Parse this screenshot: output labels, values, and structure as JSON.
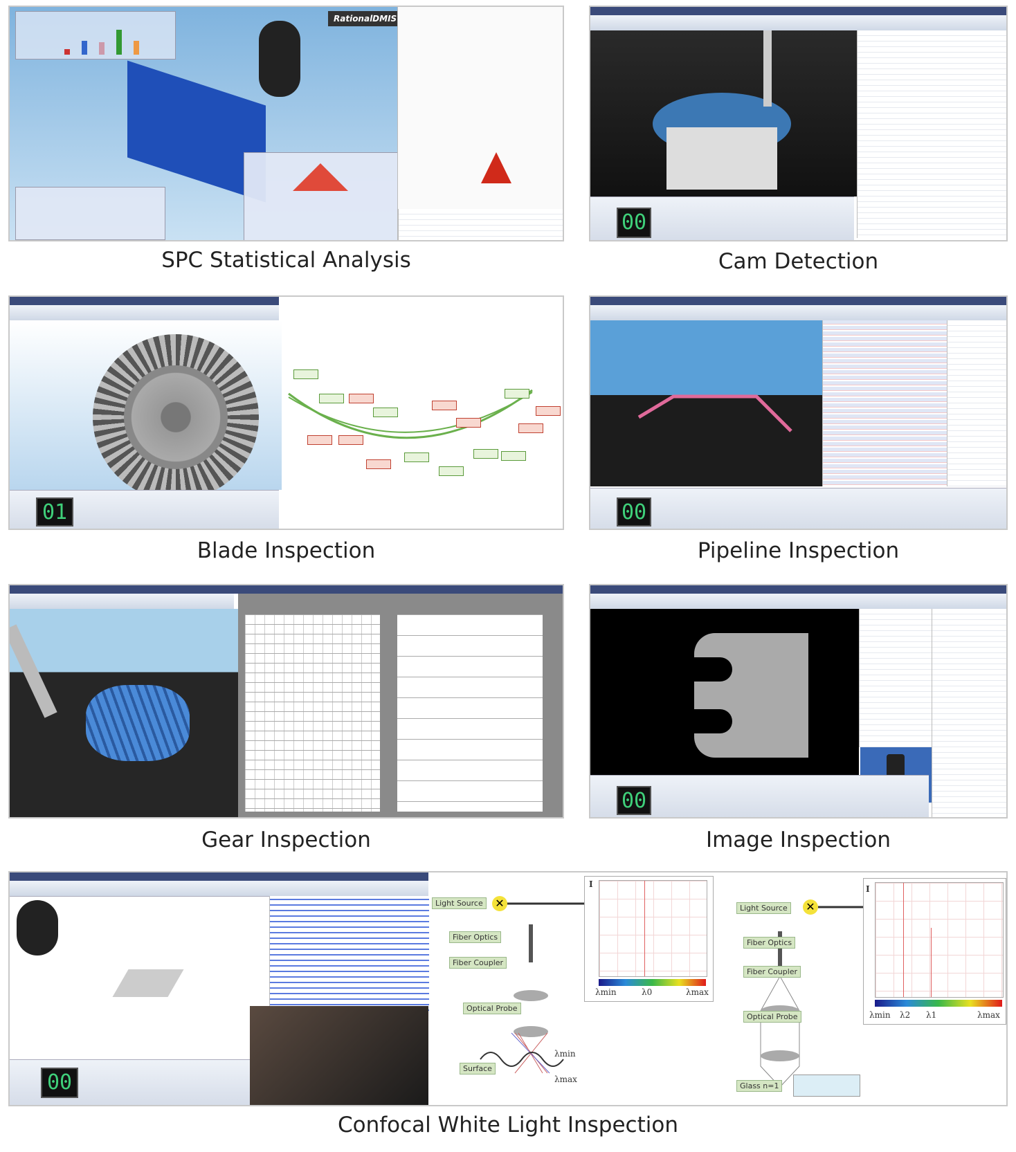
{
  "panels": [
    {
      "caption": "SPC Statistical Analysis",
      "logo": "RationalDMIS"
    },
    {
      "caption": "Cam Detection",
      "counter": "00"
    },
    {
      "caption": "Blade Inspection",
      "counter": "01"
    },
    {
      "caption": "Pipeline Inspection",
      "counter": "00"
    },
    {
      "caption": "Gear Inspection"
    },
    {
      "caption": "Image Inspection",
      "counter": "00"
    },
    {
      "caption": "Confocal White Light Inspection",
      "counter": "00"
    }
  ],
  "confocal": {
    "left": {
      "light_source": "Light Source",
      "fiber_optics": "Fiber Optics",
      "fiber_coupler": "Fiber Coupler",
      "optical_probe": "Optical Probe",
      "surface": "Surface",
      "intensity": "I",
      "lmin": "λmin",
      "l0": "λ0",
      "lmax": "λmax",
      "lmin2": "λmin",
      "lmax2": "λmax"
    },
    "right": {
      "light_source": "Light Source",
      "fiber_optics": "Fiber Optics",
      "fiber_coupler": "Fiber Coupler",
      "optical_probe": "Optical Probe",
      "glass": "Glass n=1",
      "intensity": "I",
      "lmin": "λmin",
      "l2": "λ2",
      "l1": "λ1",
      "lmax": "λmax"
    }
  },
  "colors": {
    "spectrum": [
      "#1a1a8a",
      "#2a8ad8",
      "#3ab84a",
      "#e8e020",
      "#e01a1a"
    ],
    "counter": "#3fd07a"
  }
}
